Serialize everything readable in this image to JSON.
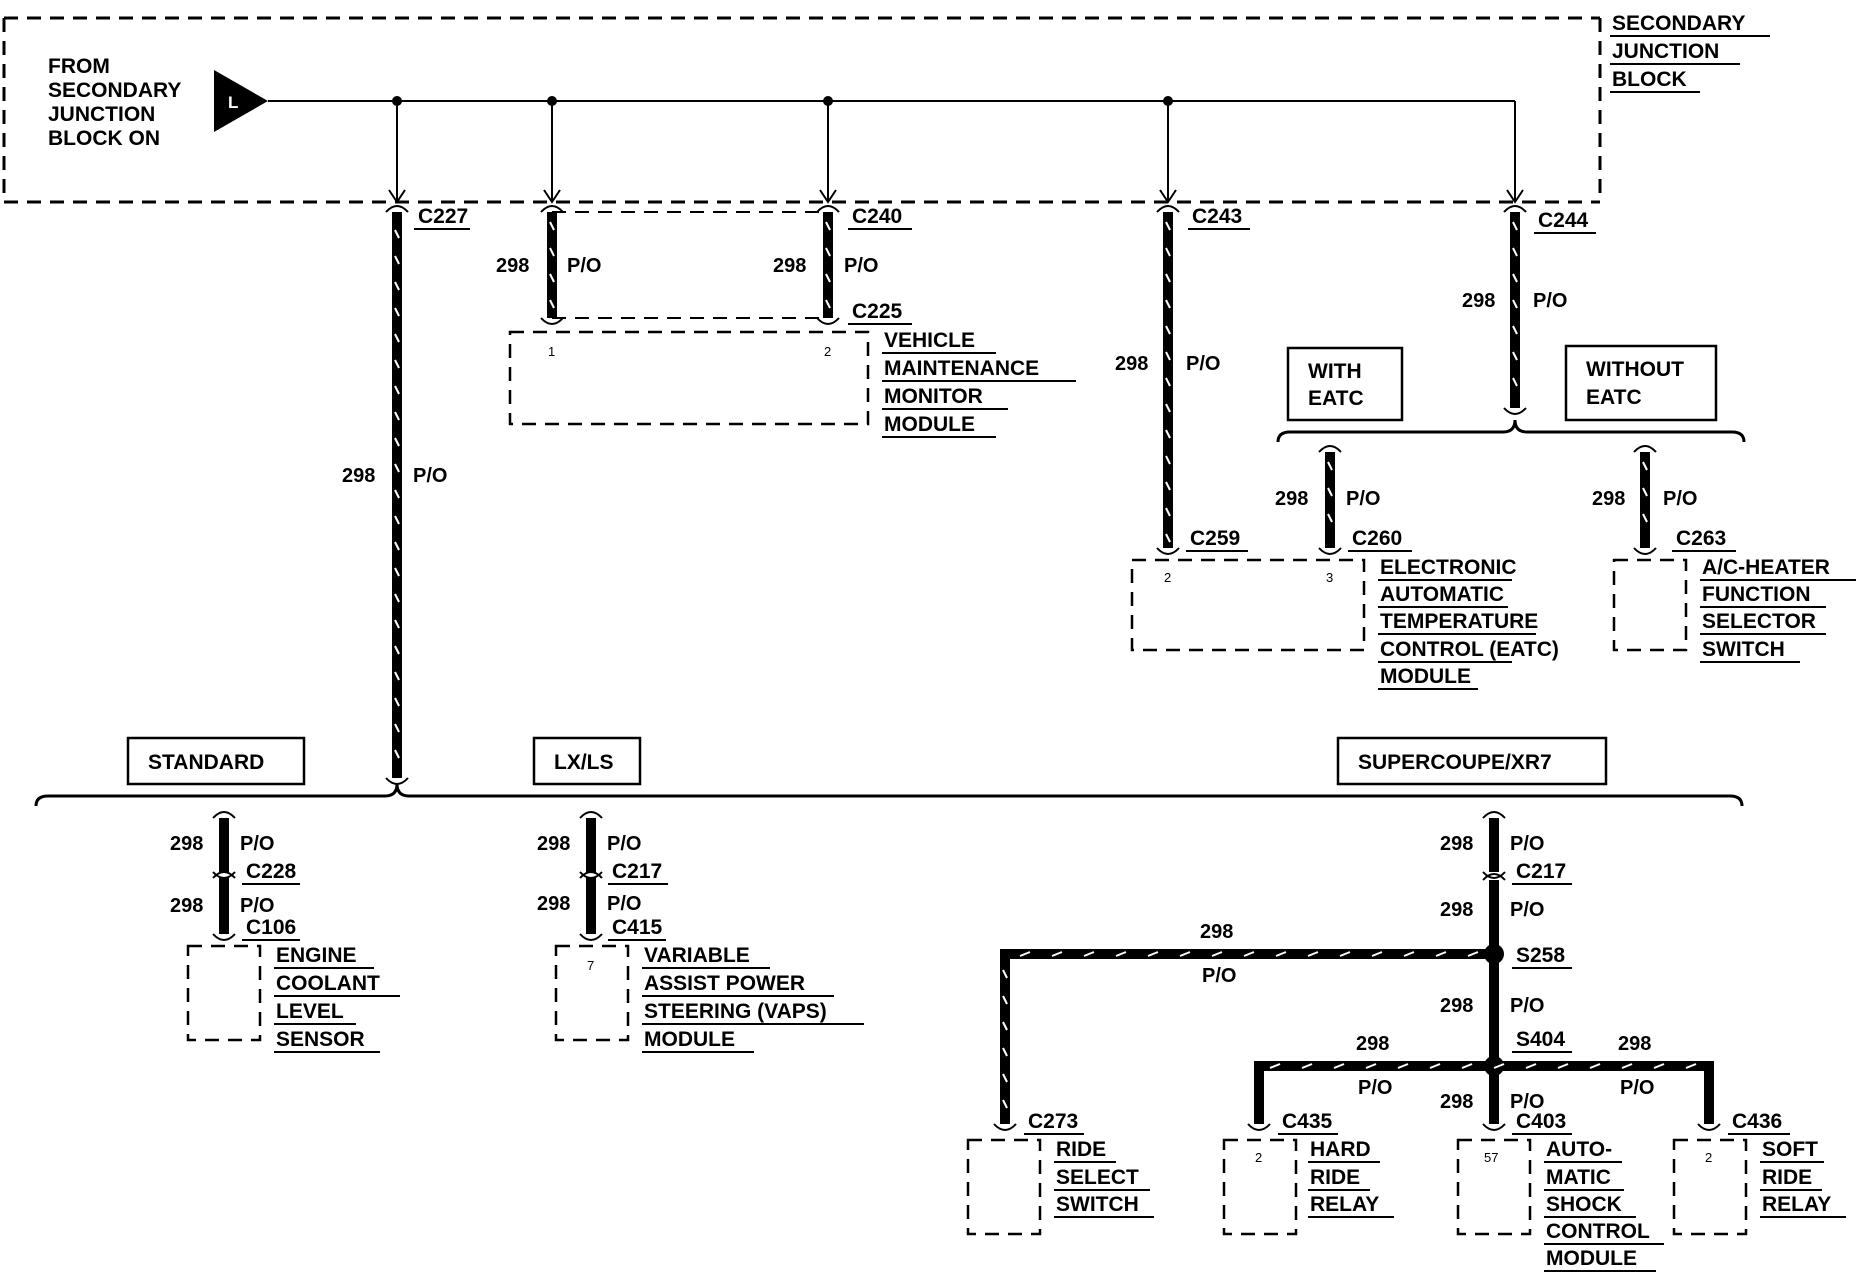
{
  "title": {
    "from_source": [
      "FROM",
      "SECONDARY",
      "JUNCTION",
      "BLOCK ON"
    ],
    "source_pin": "L",
    "junction_block": [
      "SECONDARY",
      "JUNCTION",
      "BLOCK"
    ]
  },
  "circuit": {
    "number": "298",
    "color": "P/O"
  },
  "connectors": {
    "c227": "C227",
    "c240": "C240",
    "c243": "C243",
    "c244": "C244",
    "c225": "C225",
    "c259": "C259",
    "c260": "C260",
    "c263": "C263",
    "c228": "C228",
    "c106": "C106",
    "c217a": "C217",
    "c415": "C415",
    "c217b": "C217",
    "s258": "S258",
    "s404": "S404",
    "c273": "C273",
    "c435": "C435",
    "c403": "C403",
    "c436": "C436"
  },
  "pins": {
    "vmm_1": "1",
    "vmm_2": "2",
    "eatc_2": "2",
    "eatc_3": "3",
    "vaps_7": "7",
    "hard_2": "2",
    "ascm_57": "57",
    "soft_2": "2"
  },
  "options": {
    "with_eatc": [
      "WITH",
      "EATC"
    ],
    "without_eatc": [
      "WITHOUT",
      "EATC"
    ],
    "standard": "STANDARD",
    "lxls": "LX/LS",
    "supercoupe": "SUPERCOUPE/XR7"
  },
  "components": {
    "vmm": [
      "VEHICLE",
      "MAINTENANCE",
      "MONITOR",
      "MODULE"
    ],
    "eatc": [
      "ELECTRONIC",
      "AUTOMATIC",
      "TEMPERATURE",
      "CONTROL (EATC)",
      "MODULE"
    ],
    "ac_heater": [
      "A/C-HEATER",
      "FUNCTION",
      "SELECTOR",
      "SWITCH"
    ],
    "coolant": [
      "ENGINE",
      "COOLANT",
      "LEVEL",
      "SENSOR"
    ],
    "vaps": [
      "VARIABLE",
      "ASSIST POWER",
      "STEERING (VAPS)",
      "MODULE"
    ],
    "ride_select": [
      "RIDE",
      "SELECT",
      "SWITCH"
    ],
    "hard_ride": [
      "HARD",
      "RIDE",
      "RELAY"
    ],
    "ascm": [
      "AUTO-",
      "MATIC",
      "SHOCK",
      "CONTROL",
      "MODULE"
    ],
    "soft_ride": [
      "SOFT",
      "RIDE",
      "RELAY"
    ]
  }
}
